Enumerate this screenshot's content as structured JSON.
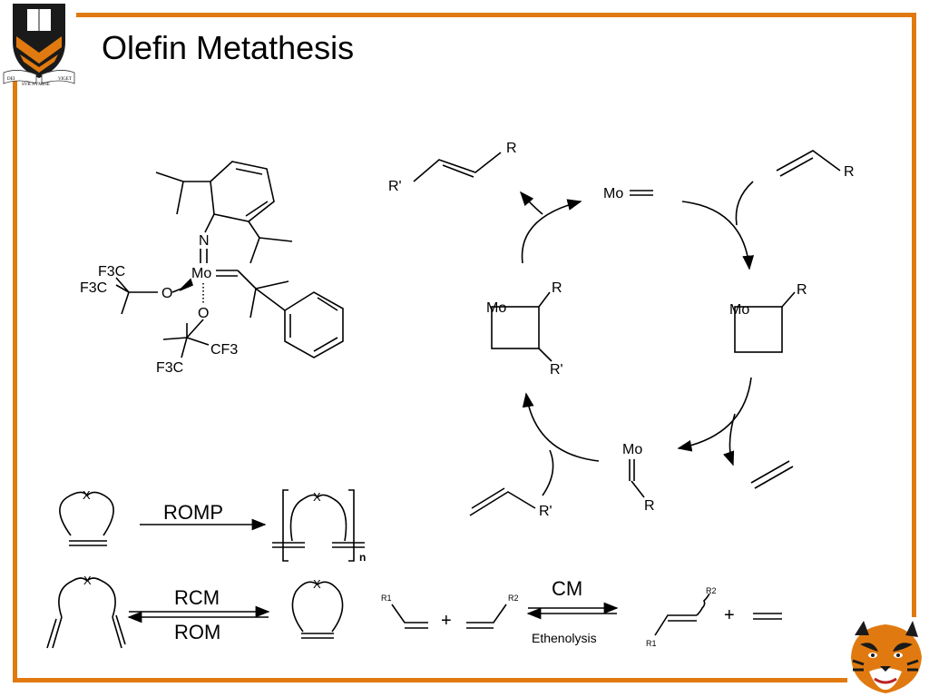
{
  "slide": {
    "title": "Olefin Metathesis",
    "accent_color": "#e07a10",
    "crest_text": [
      "DEI",
      "SVB NVMINE",
      "VIGET"
    ]
  },
  "catalyst": {
    "labels": [
      "N",
      "Mo",
      "O",
      "O",
      "F3C",
      "F3C",
      "CF3",
      "F3C"
    ]
  },
  "cycle": {
    "top_left": "R'",
    "top_left_r": "R",
    "mo_alkylidene": "Mo",
    "top_right_r": "R",
    "left_ring_mo": "Mo",
    "left_ring_r": "R",
    "left_ring_r_prime": "R'",
    "right_ring_mo": "Mo",
    "right_ring_r": "R",
    "bottom_mo": "Mo",
    "bottom_r": "R",
    "bottom_left_r_prime": "R'"
  },
  "reactions": {
    "romp": "ROMP",
    "rcm": "RCM",
    "rom": "ROM",
    "cm": "CM",
    "ethenolysis": "Ethenolysis",
    "x": "X",
    "n": "n",
    "r1": "R1",
    "r2": "R2",
    "plus": "+"
  }
}
